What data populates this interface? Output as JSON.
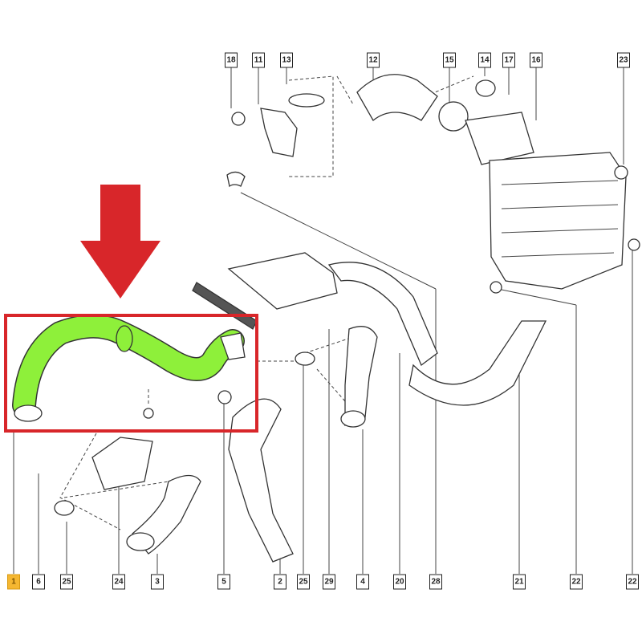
{
  "diagram": {
    "title": "Intercooler / turbo air hose parts diagram",
    "highlight_color": "#d8262a",
    "hose_color": "#8ef03a",
    "highlighted_part": "1",
    "top_callouts": [
      "18",
      "11",
      "13",
      "12",
      "15",
      "14",
      "17",
      "16",
      "23"
    ],
    "bottom_callouts": [
      "1",
      "6",
      "25",
      "24",
      "3",
      "5",
      "2",
      "25",
      "29",
      "4",
      "20",
      "28",
      "21",
      "22",
      "22"
    ]
  }
}
